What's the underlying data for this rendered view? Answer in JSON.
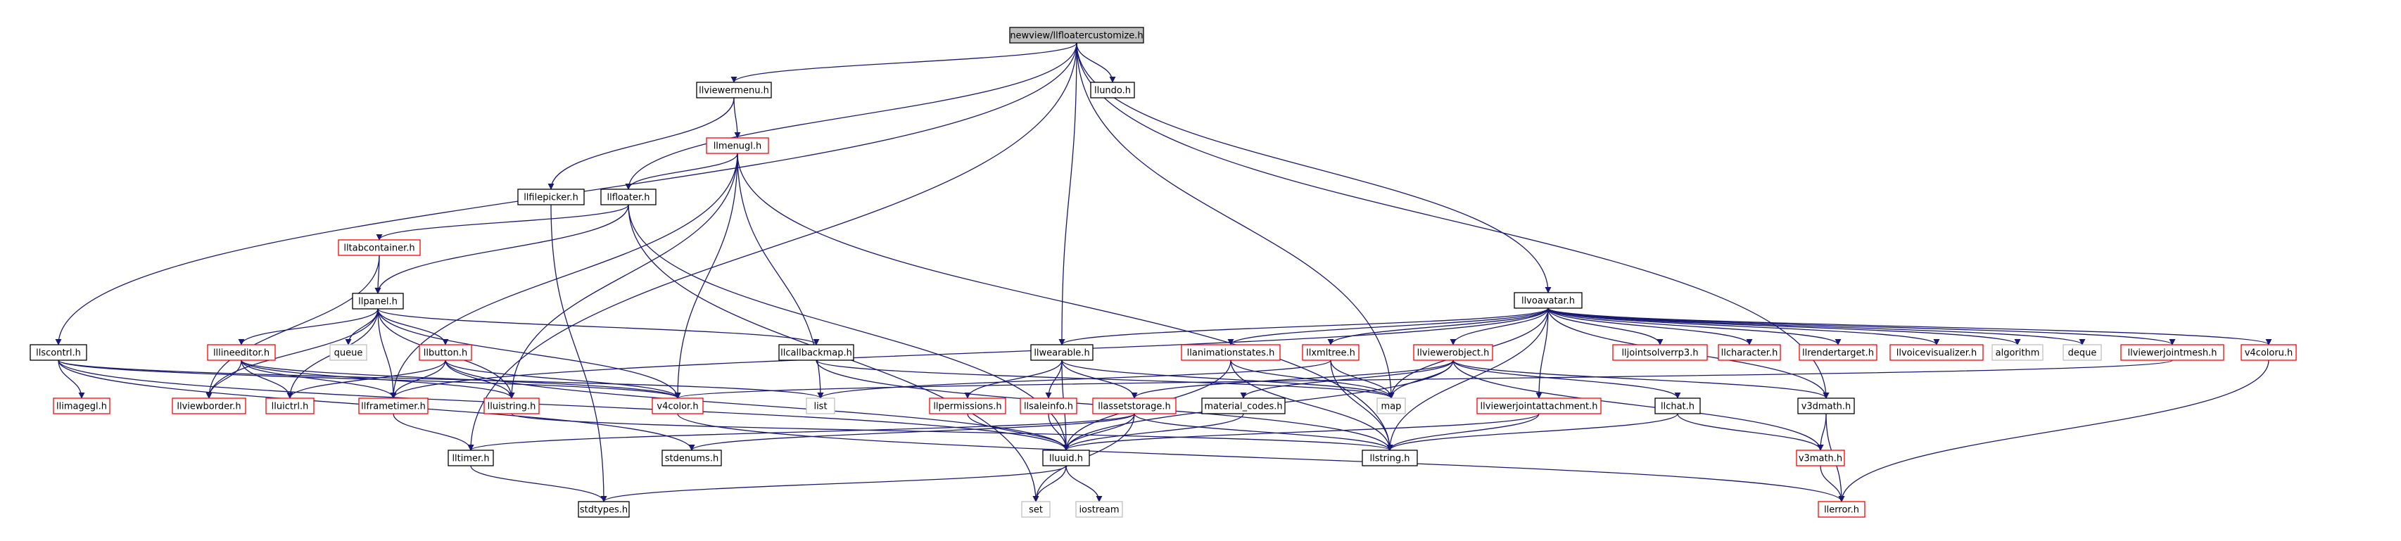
{
  "diagram": {
    "title": "",
    "colors": {
      "edge": "#191970",
      "border_black": "#000000",
      "border_red": "#ff0000",
      "border_gray": "#bfbfbf",
      "root_fill": "#bfbfbf",
      "node_fill": "#ffffff"
    },
    "nodes": [
      {
        "id": "root",
        "label": "newview/llfloatercustomize.h",
        "style": "root"
      },
      {
        "id": "llviewermenu",
        "label": "llviewermenu.h",
        "style": "black"
      },
      {
        "id": "llundo",
        "label": "llundo.h",
        "style": "black"
      },
      {
        "id": "llmenugl",
        "label": "llmenugl.h",
        "style": "red"
      },
      {
        "id": "llfilepicker",
        "label": "llfilepicker.h",
        "style": "black"
      },
      {
        "id": "llfloater",
        "label": "llfloater.h",
        "style": "black"
      },
      {
        "id": "lltabcontainer",
        "label": "lltabcontainer.h",
        "style": "red"
      },
      {
        "id": "llpanel",
        "label": "llpanel.h",
        "style": "black"
      },
      {
        "id": "queue",
        "label": "queue",
        "style": "gray"
      },
      {
        "id": "lllineeditor",
        "label": "lllineeditor.h",
        "style": "red"
      },
      {
        "id": "llbutton",
        "label": "llbutton.h",
        "style": "red"
      },
      {
        "id": "llcallbackmap",
        "label": "llcallbackmap.h",
        "style": "black"
      },
      {
        "id": "llscontrl",
        "label": "llscontrl.h",
        "style": "black"
      },
      {
        "id": "llimagegl",
        "label": "llimagegl.h",
        "style": "red"
      },
      {
        "id": "llviewborder",
        "label": "llviewborder.h",
        "style": "red"
      },
      {
        "id": "lluictrl",
        "label": "lluictrl.h",
        "style": "red"
      },
      {
        "id": "llframetimer",
        "label": "llframetimer.h",
        "style": "red"
      },
      {
        "id": "lluistring",
        "label": "lluistring.h",
        "style": "red"
      },
      {
        "id": "v4color",
        "label": "v4color.h",
        "style": "red"
      },
      {
        "id": "list",
        "label": "list",
        "style": "gray"
      },
      {
        "id": "lltimer",
        "label": "lltimer.h",
        "style": "black"
      },
      {
        "id": "stdenums",
        "label": "stdenums.h",
        "style": "black"
      },
      {
        "id": "stdtypes",
        "label": "stdtypes.h",
        "style": "black"
      },
      {
        "id": "llvoavatar",
        "label": "llvoavatar.h",
        "style": "black"
      },
      {
        "id": "llwearable",
        "label": "llwearable.h",
        "style": "black"
      },
      {
        "id": "llanimationstates",
        "label": "llanimationstates.h",
        "style": "red"
      },
      {
        "id": "llxmltree",
        "label": "llxmltree.h",
        "style": "red"
      },
      {
        "id": "llviewerobject",
        "label": "llviewerobject.h",
        "style": "red"
      },
      {
        "id": "lljointsolverrp3",
        "label": "lljointsolverrp3.h",
        "style": "red"
      },
      {
        "id": "llcharacter",
        "label": "llcharacter.h",
        "style": "red"
      },
      {
        "id": "llrendertarget",
        "label": "llrendertarget.h",
        "style": "red"
      },
      {
        "id": "llvoicevisualizer",
        "label": "llvoicevisualizer.h",
        "style": "red"
      },
      {
        "id": "algorithm",
        "label": "algorithm",
        "style": "gray"
      },
      {
        "id": "deque",
        "label": "deque",
        "style": "gray"
      },
      {
        "id": "llviewerjointmesh",
        "label": "llviewerjointmesh.h",
        "style": "red"
      },
      {
        "id": "v4coloru",
        "label": "v4coloru.h",
        "style": "red"
      },
      {
        "id": "llpermissions",
        "label": "llpermissions.h",
        "style": "red"
      },
      {
        "id": "llsaleinfo",
        "label": "llsaleinfo.h",
        "style": "red"
      },
      {
        "id": "llassetstorage",
        "label": "llassetstorage.h",
        "style": "red"
      },
      {
        "id": "material_codes",
        "label": "material_codes.h",
        "style": "black"
      },
      {
        "id": "map",
        "label": "map",
        "style": "gray"
      },
      {
        "id": "llviewerjointattachment",
        "label": "llviewerjointattachment.h",
        "style": "red"
      },
      {
        "id": "llchat",
        "label": "llchat.h",
        "style": "black"
      },
      {
        "id": "v3dmath",
        "label": "v3dmath.h",
        "style": "black"
      },
      {
        "id": "v3math",
        "label": "v3math.h",
        "style": "red"
      },
      {
        "id": "lluuid",
        "label": "lluuid.h",
        "style": "black"
      },
      {
        "id": "llstring",
        "label": "llstring.h",
        "style": "black"
      },
      {
        "id": "llerror",
        "label": "llerror.h",
        "style": "red"
      },
      {
        "id": "set",
        "label": "set",
        "style": "gray"
      },
      {
        "id": "iostream",
        "label": "iostream",
        "style": "gray"
      }
    ],
    "edges": [
      [
        "root",
        "llviewermenu"
      ],
      [
        "root",
        "llundo"
      ],
      [
        "root",
        "llfloater"
      ],
      [
        "root",
        "llscontrl"
      ],
      [
        "root",
        "llvoavatar"
      ],
      [
        "root",
        "llwearable"
      ],
      [
        "root",
        "map"
      ],
      [
        "root",
        "v3dmath"
      ],
      [
        "root",
        "lltimer"
      ],
      [
        "llviewermenu",
        "llmenugl"
      ],
      [
        "llviewermenu",
        "llfilepicker"
      ],
      [
        "llmenugl",
        "llfloater"
      ],
      [
        "llmenugl",
        "list"
      ],
      [
        "llmenugl",
        "v4color"
      ],
      [
        "llmenugl",
        "lluistring"
      ],
      [
        "llmenugl",
        "llframetimer"
      ],
      [
        "llmenugl",
        "llstring"
      ],
      [
        "llfloater",
        "lltabcontainer"
      ],
      [
        "llfloater",
        "llpanel"
      ],
      [
        "llfloater",
        "set"
      ],
      [
        "llfloater",
        "lluuid"
      ],
      [
        "llfilepicker",
        "stdtypes"
      ],
      [
        "lltabcontainer",
        "llpanel"
      ],
      [
        "lltabcontainer",
        "llviewborder"
      ],
      [
        "llpanel",
        "queue"
      ],
      [
        "llpanel",
        "lllineeditor"
      ],
      [
        "llpanel",
        "llbutton"
      ],
      [
        "llpanel",
        "llcallbackmap"
      ],
      [
        "llpanel",
        "lluistring"
      ],
      [
        "llpanel",
        "v4color"
      ],
      [
        "llpanel",
        "llviewborder"
      ],
      [
        "llpanel",
        "llframetimer"
      ],
      [
        "llpanel",
        "lluictrl"
      ],
      [
        "lllineeditor",
        "llviewborder"
      ],
      [
        "lllineeditor",
        "lluictrl"
      ],
      [
        "lllineeditor",
        "llframetimer"
      ],
      [
        "lllineeditor",
        "lluistring"
      ],
      [
        "lllineeditor",
        "v4color"
      ],
      [
        "llbutton",
        "lluictrl"
      ],
      [
        "llbutton",
        "llframetimer"
      ],
      [
        "llbutton",
        "lluistring"
      ],
      [
        "llbutton",
        "v4color"
      ],
      [
        "llbutton",
        "lluuid"
      ],
      [
        "llcallbackmap",
        "map"
      ],
      [
        "llcallbackmap",
        "llstring"
      ],
      [
        "llscontrl",
        "llimagegl"
      ],
      [
        "llscontrl",
        "v4color"
      ],
      [
        "llscontrl",
        "list"
      ],
      [
        "llscontrl",
        "stdenums"
      ],
      [
        "llscontrl",
        "lluuid"
      ],
      [
        "llframetimer",
        "lltimer"
      ],
      [
        "lluistring",
        "llstring"
      ],
      [
        "v4color",
        "llerror"
      ],
      [
        "lltimer",
        "stdtypes"
      ],
      [
        "llvoavatar",
        "llwearable"
      ],
      [
        "llvoavatar",
        "llanimationstates"
      ],
      [
        "llvoavatar",
        "llxmltree"
      ],
      [
        "llvoavatar",
        "llviewerobject"
      ],
      [
        "llvoavatar",
        "lljointsolverrp3"
      ],
      [
        "llvoavatar",
        "llcharacter"
      ],
      [
        "llvoavatar",
        "llrendertarget"
      ],
      [
        "llvoavatar",
        "llvoicevisualizer"
      ],
      [
        "llvoavatar",
        "algorithm"
      ],
      [
        "llvoavatar",
        "deque"
      ],
      [
        "llvoavatar",
        "llviewerjointmesh"
      ],
      [
        "llvoavatar",
        "v4coloru"
      ],
      [
        "llvoavatar",
        "llviewerjointattachment"
      ],
      [
        "llvoavatar",
        "map"
      ],
      [
        "llvoavatar",
        "llstring"
      ],
      [
        "llvoavatar",
        "llframetimer"
      ],
      [
        "llvoavatar",
        "v3dmath"
      ],
      [
        "llwearable",
        "llpermissions"
      ],
      [
        "llwearable",
        "llsaleinfo"
      ],
      [
        "llwearable",
        "llassetstorage"
      ],
      [
        "llwearable",
        "lluuid"
      ],
      [
        "llwearable",
        "map"
      ],
      [
        "llanimationstates",
        "map"
      ],
      [
        "llanimationstates",
        "lluuid"
      ],
      [
        "llanimationstates",
        "llstring"
      ],
      [
        "llxmltree",
        "map"
      ],
      [
        "llxmltree",
        "list"
      ],
      [
        "llxmltree",
        "llstring"
      ],
      [
        "llviewerobject",
        "map"
      ],
      [
        "llviewerobject",
        "llassetstorage"
      ],
      [
        "llviewerobject",
        "llchat"
      ],
      [
        "llviewerobject",
        "lluuid"
      ],
      [
        "llviewerobject",
        "v3math"
      ],
      [
        "llviewerobject",
        "v3dmath"
      ],
      [
        "llviewerobject",
        "material_codes"
      ],
      [
        "llviewerjointmesh",
        "v4color"
      ],
      [
        "v4coloru",
        "llerror"
      ],
      [
        "llpermissions",
        "lluuid"
      ],
      [
        "llsaleinfo",
        "lluuid"
      ],
      [
        "llassetstorage",
        "lluuid"
      ],
      [
        "llassetstorage",
        "lltimer"
      ],
      [
        "llassetstorage",
        "stdenums"
      ],
      [
        "llassetstorage",
        "llstring"
      ],
      [
        "llassetstorage",
        "set"
      ],
      [
        "material_codes",
        "lluuid"
      ],
      [
        "llviewerjointattachment",
        "lluuid"
      ],
      [
        "llviewerjointattachment",
        "llstring"
      ],
      [
        "llchat",
        "llstring"
      ],
      [
        "llchat",
        "v3math"
      ],
      [
        "v3dmath",
        "v3math"
      ],
      [
        "v3dmath",
        "llerror"
      ],
      [
        "v3math",
        "llerror"
      ],
      [
        "lluuid",
        "set"
      ],
      [
        "lluuid",
        "iostream"
      ],
      [
        "lluuid",
        "stdtypes"
      ]
    ]
  }
}
